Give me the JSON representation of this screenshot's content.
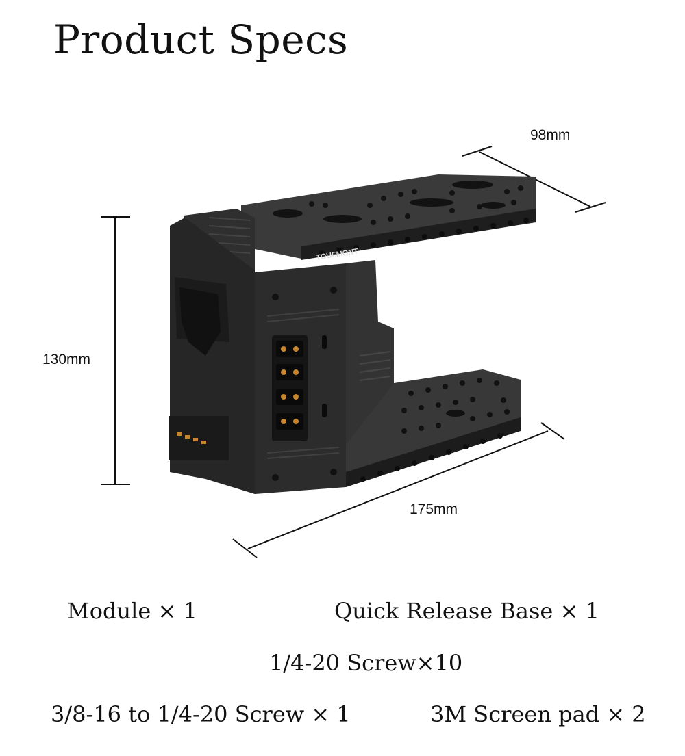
{
  "page": {
    "title": "Product Specs"
  },
  "dimensions": {
    "width_label": "98mm",
    "height_label": "130mm",
    "length_label": "175mm"
  },
  "product": {
    "brand_text": "TOUFMONT"
  },
  "package_contents": [
    "Module × 1",
    "Quick Release Base × 1",
    "1/4-20 Screw×10",
    "3/8-16 to 1/4-20 Screw × 1",
    "3M Screen pad × 2"
  ],
  "colors": {
    "background": "#ffffff",
    "text": "#111111",
    "product_body": "#2b2b2b",
    "connector_pins": "#c8872e"
  }
}
